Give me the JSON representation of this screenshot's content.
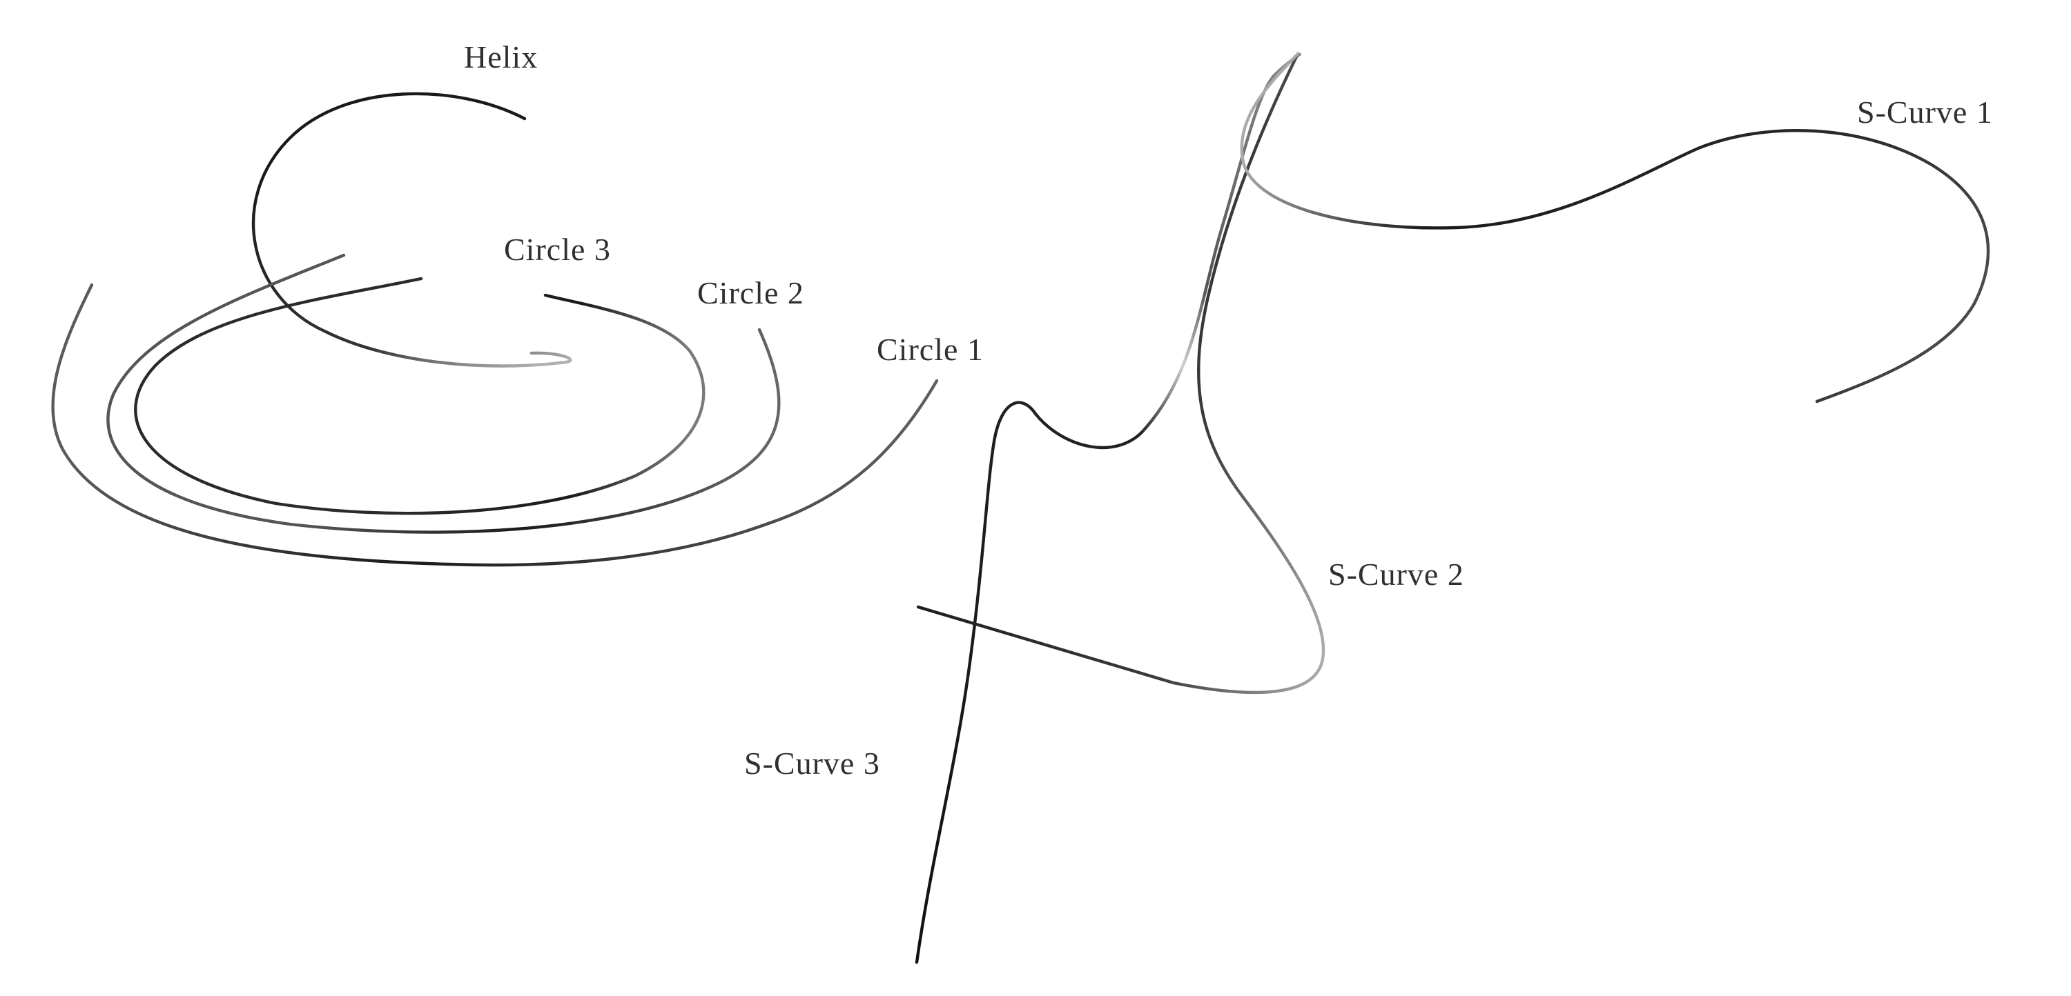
{
  "curves": [
    {
      "id": "helix",
      "label": "Helix",
      "stroke": "#1c1c1c"
    },
    {
      "id": "circle-3",
      "label": "Circle 3",
      "stroke": "#2e2e2e"
    },
    {
      "id": "circle-2",
      "label": "Circle 2",
      "stroke": "#3a3a3a"
    },
    {
      "id": "circle-1",
      "label": "Circle 1",
      "stroke": "#2a2a2a"
    },
    {
      "id": "s-curve-1",
      "label": "S-Curve 1",
      "stroke": "#1e1e1e"
    },
    {
      "id": "s-curve-2",
      "label": "S-Curve 2",
      "stroke": "#2a2a2a"
    },
    {
      "id": "s-curve-3",
      "label": "S-Curve 3",
      "stroke": "#1a1a1a"
    }
  ],
  "colors": {
    "background": "#ffffff",
    "stroke_light": "#c8c8c8"
  }
}
